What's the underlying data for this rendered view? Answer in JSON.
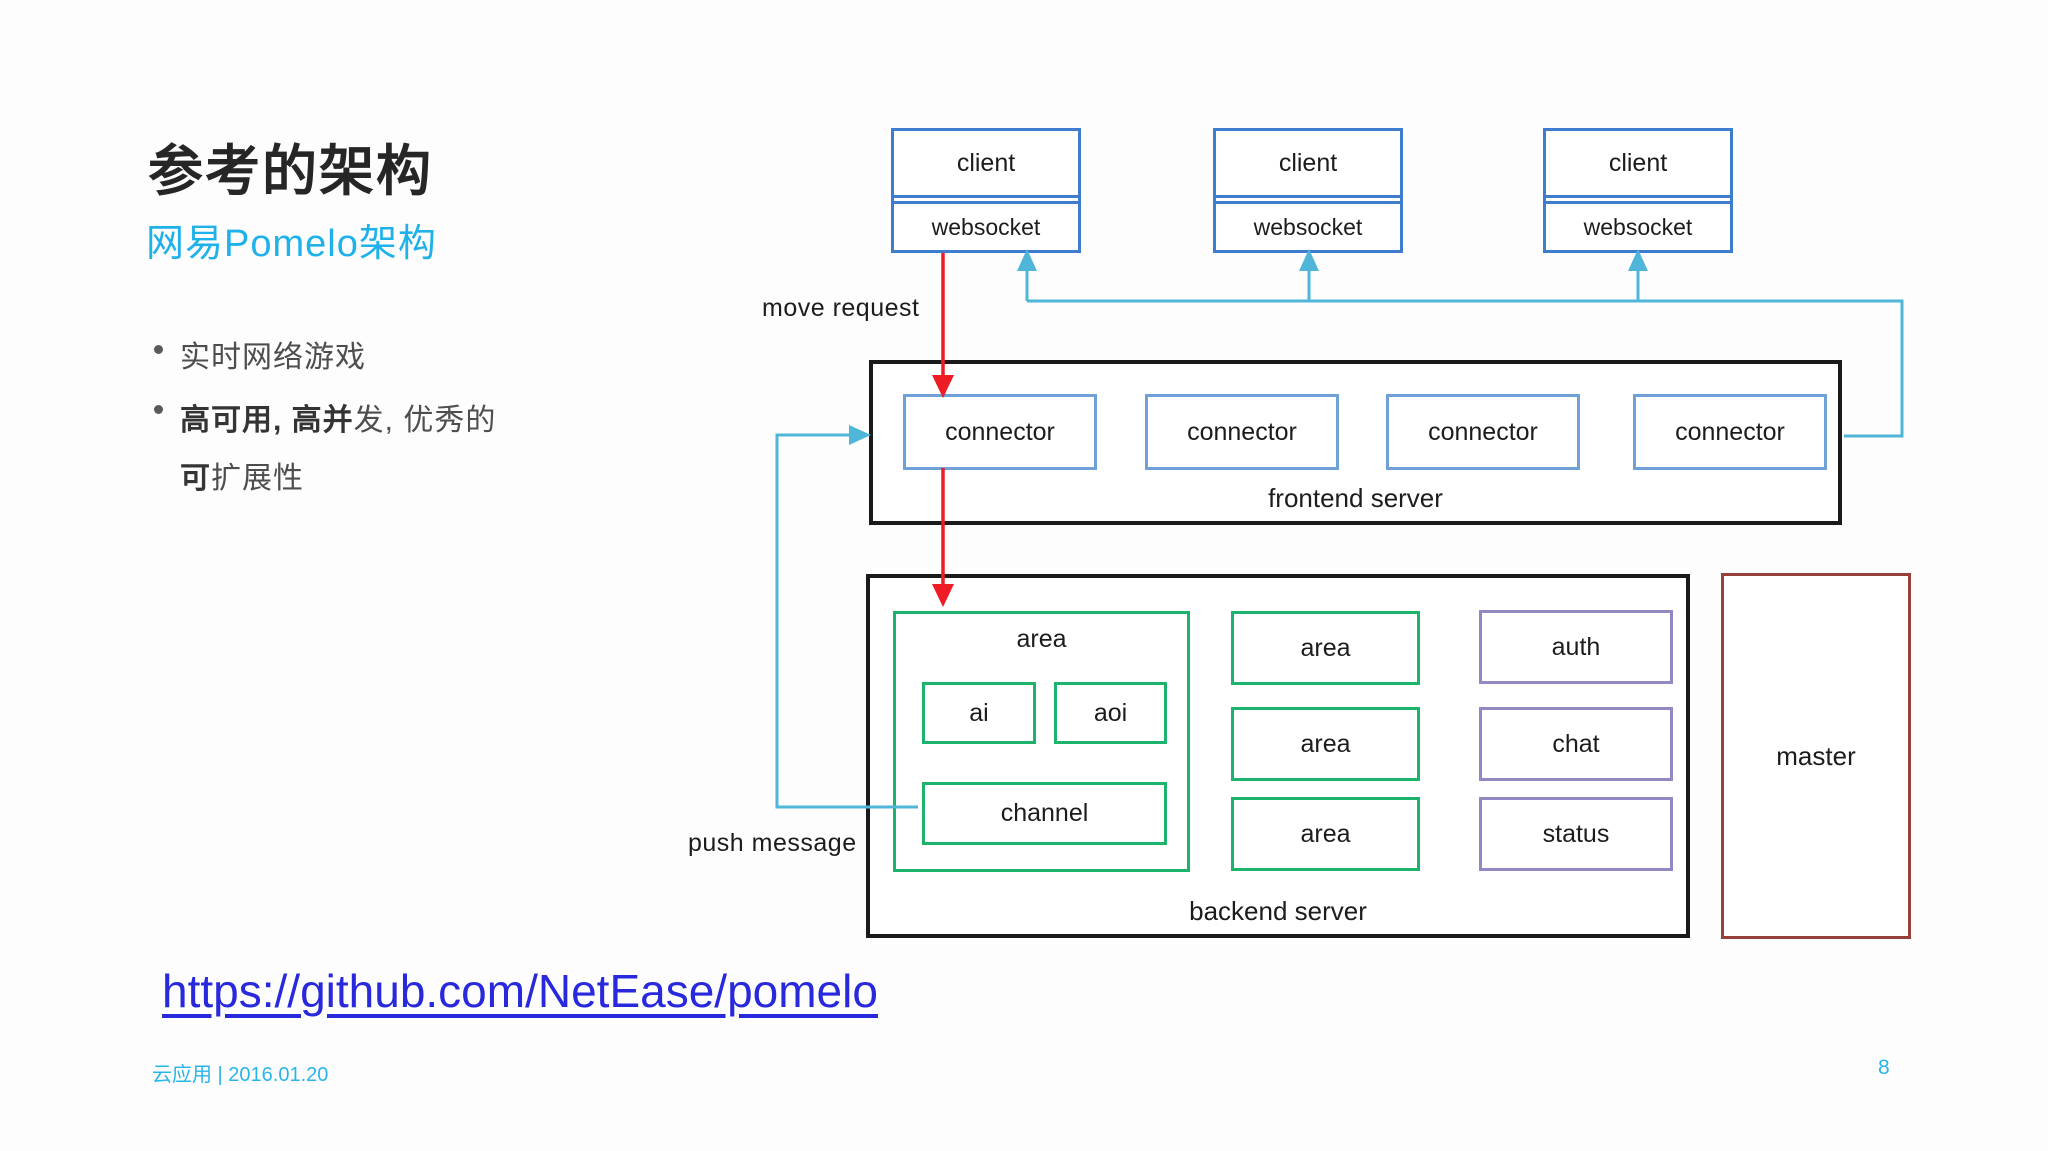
{
  "page": {
    "title": "参考的架构",
    "subtitle": "网易Pomelo架构",
    "bullet1": "实时网络游戏",
    "bullet2": {
      "bold1": "高可用, 高并",
      "normal1": "发, 优秀的",
      "bold2": "可",
      "normal2": "扩展性"
    },
    "link": "https://github.com/NetEase/pomelo",
    "footer": "云应用 | 2016.01.20",
    "page_number": "8"
  },
  "diagram": {
    "clients": [
      {
        "title": "client",
        "protocol": "websocket"
      },
      {
        "title": "client",
        "protocol": "websocket"
      },
      {
        "title": "client",
        "protocol": "websocket"
      }
    ],
    "frontend": {
      "label": "frontend server",
      "connectors": [
        "connector",
        "connector",
        "connector",
        "connector"
      ]
    },
    "backend": {
      "label": "backend server",
      "area_group": {
        "label": "area",
        "ai": "ai",
        "aoi": "aoi",
        "channel": "channel"
      },
      "areas": [
        "area",
        "area",
        "area"
      ],
      "services": [
        "auth",
        "chat",
        "status"
      ]
    },
    "master": "master",
    "edge_labels": {
      "move_request": "move request",
      "push_message": "push message"
    },
    "colors": {
      "client_border": "#3E7CCD",
      "connector_border": "#6FA0D6",
      "server_frame": "#1A1A1A",
      "area_green": "#1CB36D",
      "service_purple": "#9189C3",
      "master_red": "#97403A",
      "arrow_red": "#EE1C25",
      "arrow_cyan": "#4FB6D9",
      "accent_cyan": "#1FB1EA",
      "link_blue": "#2828DC"
    }
  }
}
